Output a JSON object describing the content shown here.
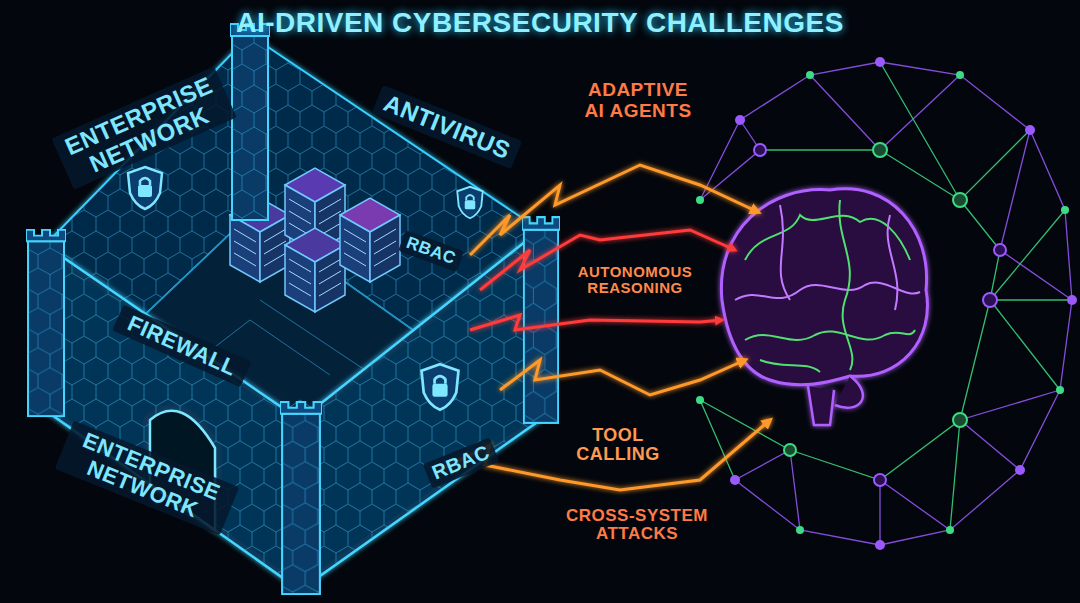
{
  "diagram": {
    "title": "AI-DRIVEN CYBERSECURITY CHALLENGES",
    "labels": [
      "ENTERPRISE NETWORK",
      "ANTIVIRUS",
      "ADAPTIVE AI AGENTS",
      "RBAC",
      "AUTONOMOUS REASONING",
      "FIREWALL",
      "TOOL CALLING",
      "ENTERPRISE NETWORK",
      "RBAC",
      "CROSS-SYSTEM ATTACKS"
    ]
  }
}
